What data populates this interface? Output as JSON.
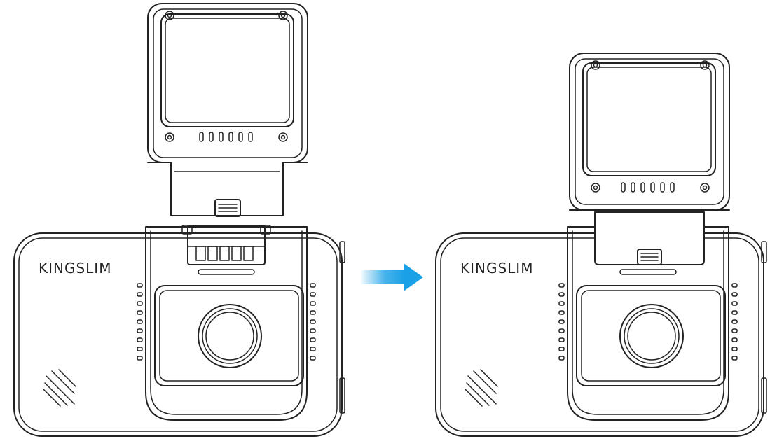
{
  "brand": "KINGSLIM",
  "arrow_color": "#1aa0e6",
  "steps": [
    {
      "state": "mount-detached",
      "brand_label": "KINGSLIM"
    },
    {
      "state": "mount-attached",
      "brand_label": "KINGSLIM"
    }
  ]
}
